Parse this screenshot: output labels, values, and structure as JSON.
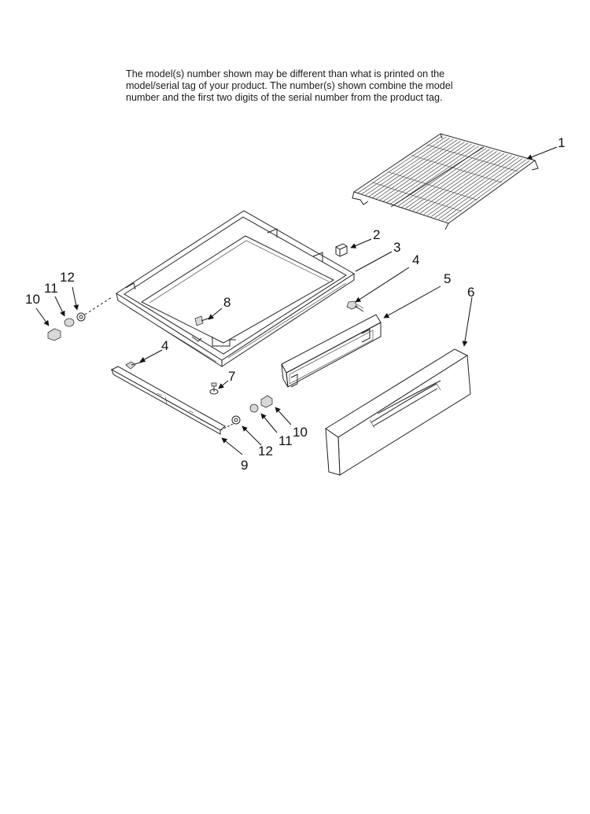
{
  "notice": {
    "line1": "The model(s) number shown may be different than what is printed on the",
    "line2": "model/serial tag of your product. The number(s) shown combine the model",
    "line3": "number and the first two digits of the serial number from the product tag."
  },
  "callouts": {
    "c1": "1",
    "c2": "2",
    "c3": "3",
    "c4a": "4",
    "c4b": "4",
    "c5": "5",
    "c6": "6",
    "c7": "7",
    "c8": "8",
    "c9": "9",
    "c10a": "10",
    "c10b": "10",
    "c11a": "11",
    "c11b": "11",
    "c12a": "12",
    "c12b": "12"
  }
}
